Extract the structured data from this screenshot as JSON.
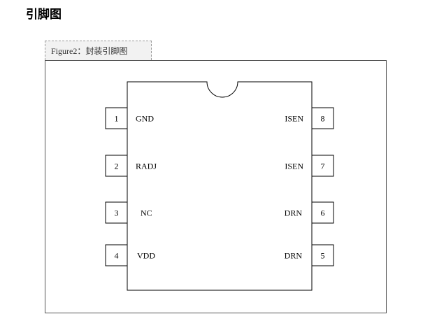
{
  "section": {
    "title": "引脚图"
  },
  "figure": {
    "caption": "Figure2：封装引脚图"
  },
  "package": {
    "left_pins": [
      {
        "number": "1",
        "name": "GND"
      },
      {
        "number": "2",
        "name": "RADJ"
      },
      {
        "number": "3",
        "name": "NC"
      },
      {
        "number": "4",
        "name": "VDD"
      }
    ],
    "right_pins": [
      {
        "number": "8",
        "name": "ISEN"
      },
      {
        "number": "7",
        "name": "ISEN"
      },
      {
        "number": "6",
        "name": "DRN"
      },
      {
        "number": "5",
        "name": "DRN"
      }
    ]
  }
}
